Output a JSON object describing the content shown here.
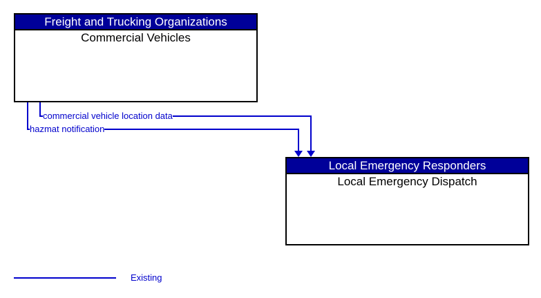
{
  "diagram": {
    "source_box": {
      "header": "Freight and Trucking Organizations",
      "body": "Commercial Vehicles"
    },
    "target_box": {
      "header": "Local Emergency Responders",
      "body": "Local Emergency Dispatch"
    },
    "flows": [
      {
        "label": "commercial vehicle location data",
        "from": "Commercial Vehicles",
        "to": "Local Emergency Dispatch",
        "status": "Existing"
      },
      {
        "label": "hazmat notification",
        "from": "Commercial Vehicles",
        "to": "Local Emergency Dispatch",
        "status": "Existing"
      }
    ],
    "legend": {
      "label": "Existing"
    },
    "colors": {
      "header_bg": "#000099",
      "header_text": "#FFFFFF",
      "body_text": "#000000",
      "line": "#0000CC",
      "box_border": "#000000",
      "background": "#FFFFFF"
    }
  }
}
